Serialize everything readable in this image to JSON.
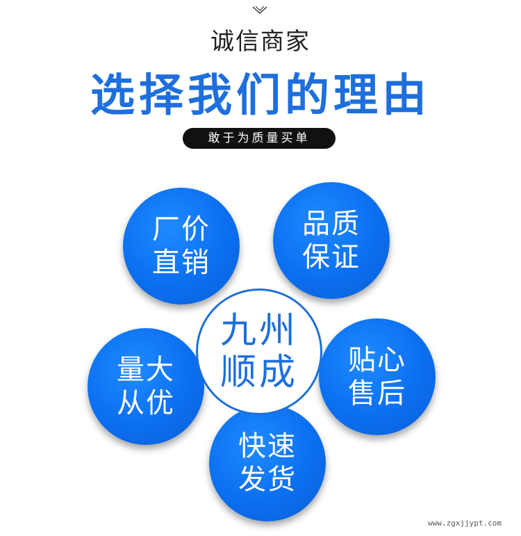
{
  "header": {
    "subtitle": "诚信商家",
    "headline": "选择我们的理由",
    "tagline": "敢于为质量买单"
  },
  "circles": {
    "top_left": {
      "line1": "厂价",
      "line2": "直销"
    },
    "top_right": {
      "line1": "品质",
      "line2": "保证"
    },
    "center": {
      "line1": "九州",
      "line2": "顺成"
    },
    "left": {
      "line1": "量大",
      "line2": "从优"
    },
    "right": {
      "line1": "贴心",
      "line2": "售后"
    },
    "bottom": {
      "line1": "快速",
      "line2": "发货"
    }
  },
  "watermark": "www.zgxjjypt.com",
  "colors": {
    "brand_blue": "#1e6fdc",
    "pill_bg": "#111111"
  }
}
